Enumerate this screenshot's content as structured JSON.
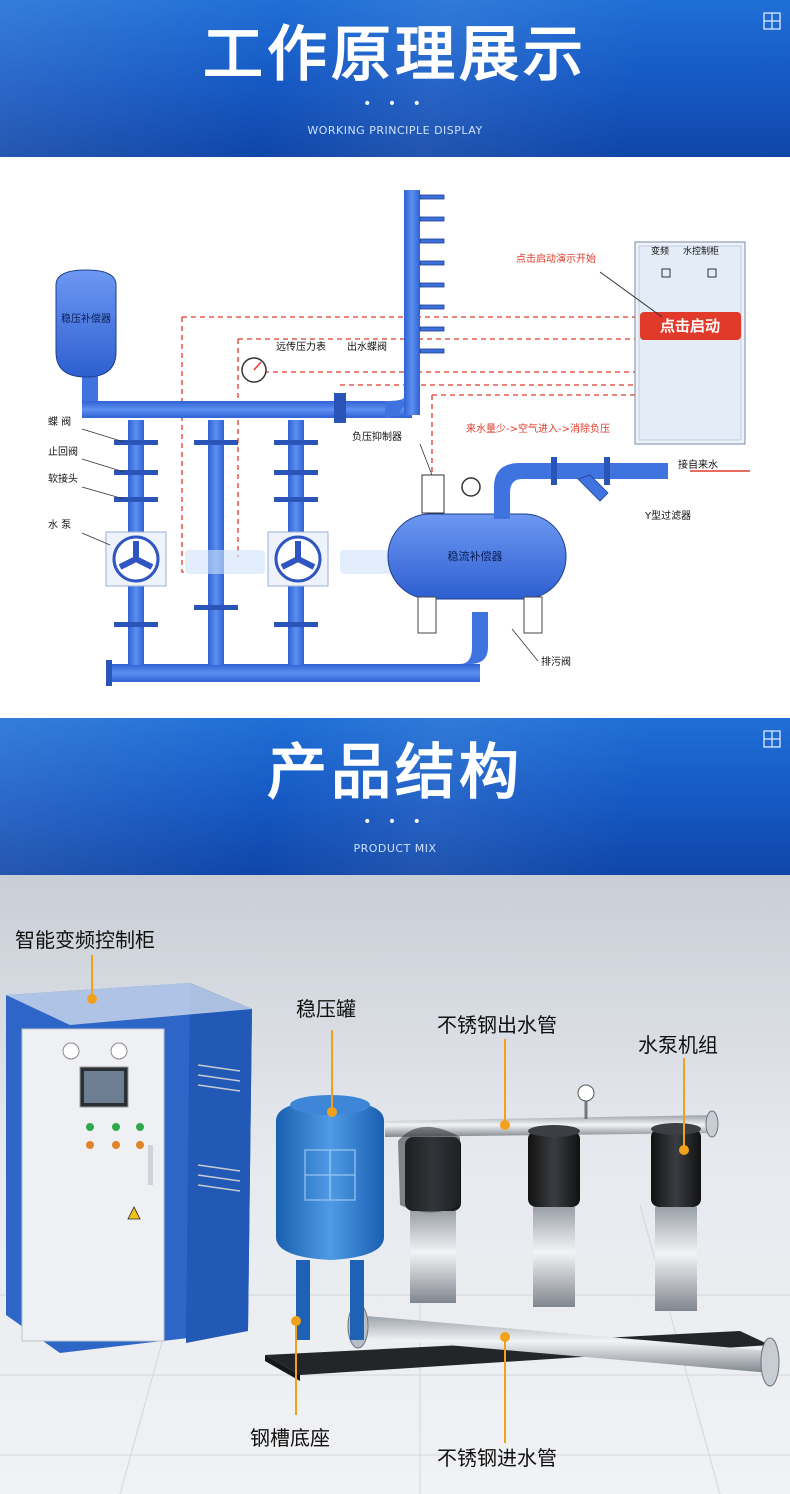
{
  "section_working": {
    "title": "工作原理展示",
    "dots": "• • •",
    "subtitle": "WORKING PRINCIPLE DISPLAY"
  },
  "diagram": {
    "tank_top": "稳压补偿器",
    "valve_butterfly": "蝶 阀",
    "valve_check": "止回阀",
    "soft_joint": "软接头",
    "pump": "水 泵",
    "remote_gauge": "远传压力表",
    "outlet_valve": "出水蝶阀",
    "demo_start": "点击启动演示开始",
    "panel_left": "变频",
    "panel_right": "水控制柜",
    "start_button": "点击启动",
    "flow_note": "来水量少->空气进入->消除负压",
    "neg_pressure": "负压抑制器",
    "inlet_water": "接自来水",
    "y_filter": "Y型过滤器",
    "main_tank": "稳流补偿器",
    "drain_valve": "排污阀"
  },
  "section_product": {
    "title": "产品结构",
    "dots": "• • •",
    "subtitle": "PRODUCT MIX"
  },
  "labels": {
    "cabinet": "智能变频控制柜",
    "tank": "稳压罐",
    "outlet_pipe": "不锈钢出水管",
    "pump_unit": "水泵机组",
    "base": "钢槽底座",
    "inlet_pipe": "不锈钢进水管"
  },
  "colors": {
    "banner_blue": "#1557c2",
    "pipe_blue": "#3f74e0",
    "red_dash": "#e03a2a",
    "leader_orange": "#f2a21a"
  }
}
